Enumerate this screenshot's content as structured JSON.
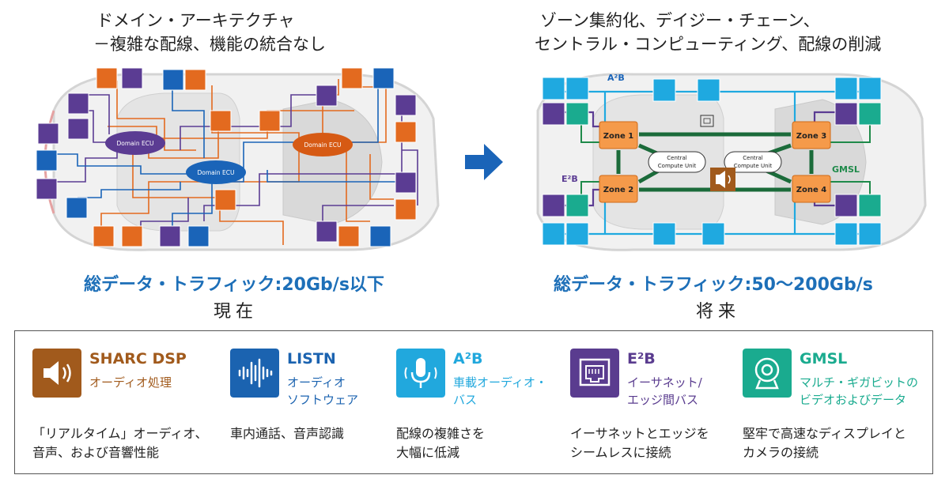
{
  "left": {
    "title_line1": "ドメイン・アーキテクチャ",
    "title_line2": "－複雑な配線、機能の統合なし",
    "ecu_label_1": "Domain ECU",
    "ecu_label_2": "Domain ECU",
    "ecu_label_3": "Domain ECU",
    "traffic": "総データ・トラフィック:20Gb/s以下",
    "era": "現在"
  },
  "right": {
    "title_line1": "ゾーン集約化、デイジー・チェーン、",
    "title_line2": "セントラル・コンピューティング、配線の削減",
    "zone1": "Zone 1",
    "zone2": "Zone 2",
    "zone3": "Zone 3",
    "zone4": "Zone 4",
    "central1_line1": "Central",
    "central1_line2": "Compute Unit",
    "central2_line1": "Central",
    "central2_line2": "Compute Unit",
    "a2b_tag": "A²B",
    "e2b_tag": "E²B",
    "gmsl_tag": "GMSL",
    "traffic": "総データ・トラフィック:50～200Gb/s",
    "era": "将来"
  },
  "legend": [
    {
      "title": "SHARC DSP",
      "sub1": "オーディオ処理",
      "sub2": "",
      "desc1": "「リアルタイム」オーディオ、",
      "desc2": "音声、および音響性能",
      "color": "#a15a1c",
      "icon": "speaker-icon"
    },
    {
      "title": "LISTN",
      "sub1": "オーディオ",
      "sub2": "ソフトウェア",
      "desc1": "車内通話、音声認識",
      "desc2": "",
      "color": "#1b63b0",
      "icon": "waveform-icon"
    },
    {
      "title": "A²B",
      "sub1": "車載オーディオ・",
      "sub2": "バス",
      "desc1": "配線の複雑さを",
      "desc2": "大幅に低減",
      "color": "#21a8dd",
      "icon": "microphone-icon"
    },
    {
      "title": "E²B",
      "sub1": "イーサネット/",
      "sub2": "エッジ間バス",
      "desc1": "イーサネットとエッジを",
      "desc2": "シームレスに接続",
      "color": "#5a3c8f",
      "icon": "ethernet-port-icon"
    },
    {
      "title": "GMSL",
      "sub1": "マルチ・ギガビットの",
      "sub2": "ビデオおよびデータ",
      "desc1": "堅牢で高速なディスプレイと",
      "desc2": "カメラの接続",
      "color": "#1aab8f",
      "icon": "camera-icon"
    }
  ],
  "colors": {
    "orange": "#e36a1f",
    "purple": "#5b3c93",
    "blue": "#1a64b8",
    "cyan": "#1fa9e0",
    "green": "#1f8a4a",
    "accent_text": "#1d6fb8"
  }
}
